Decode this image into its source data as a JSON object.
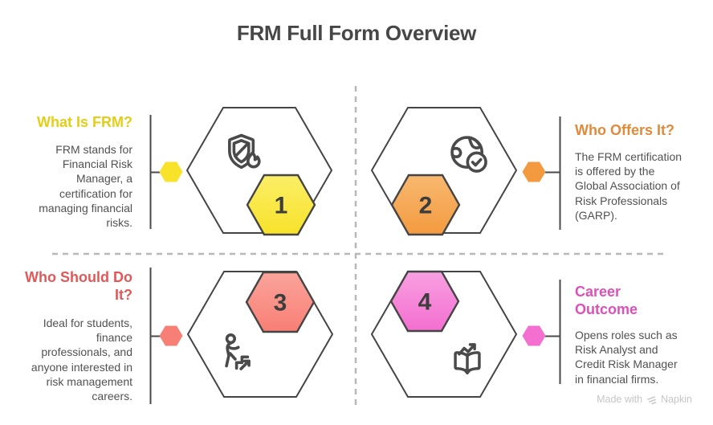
{
  "title": "FRM Full Form Overview",
  "colors": {
    "title_text": "#474747",
    "body_text": "#515151",
    "outline": "#454545",
    "line": "#4a4a4a",
    "dashed_line": "#b8b8b8",
    "icon_stroke": "#4a4a4a",
    "number_text": "#3d3d3d",
    "watermark_text": "#c6c6c6"
  },
  "quadrants": [
    {
      "number": "1",
      "heading": "What Is FRM?",
      "body": "FRM stands for\nFinancial Risk\nManager, a\ncertification for\nmanaging financial\nrisks.",
      "accent": "#e3ce18",
      "fill": "#f8e22a",
      "fill_light": "#fbee67",
      "icon": "shield-security-flame"
    },
    {
      "number": "2",
      "heading": "Who Offers It?",
      "body": "The FRM certification\nis offered by the\nGlobal Association of\nRisk Professionals\n(GARP).",
      "accent": "#e08a3b",
      "fill": "#f39a40",
      "fill_light": "#f8b96f",
      "icon": "globe-check"
    },
    {
      "number": "3",
      "heading": "Who Should Do\nIt?",
      "body": "Ideal for students,\nfinance\nprofessionals, and\nanyone interested in\nrisk management\ncareers.",
      "accent": "#e25858",
      "fill": "#f87f75",
      "fill_light": "#fba49b",
      "icon": "person-climbing-stairs"
    },
    {
      "number": "4",
      "heading": "Career\nOutcome",
      "body": "Opens roles such as\nRisk Analyst and\nCredit Risk Manager\nin financial firms.",
      "accent": "#dd50b8",
      "fill": "#f36fd0",
      "fill_light": "#f9a0e1",
      "icon": "book-growth-arrow"
    }
  ],
  "watermark": {
    "made_with": "Made with",
    "brand": "Napkin"
  }
}
